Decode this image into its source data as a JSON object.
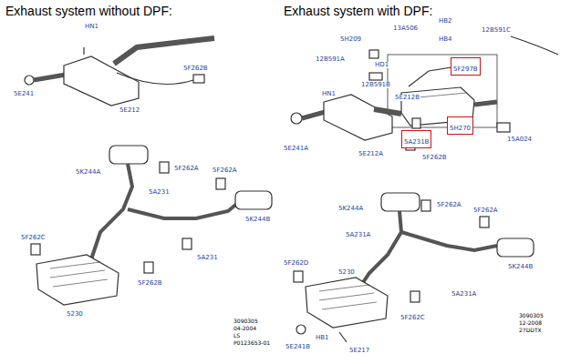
{
  "diagram": {
    "nodes": [
      {
        "text": [
          "5F297B"
        ]
      },
      {
        "text": [
          "5H270"
        ]
      },
      {
        "text": [
          "5A231B"
        ]
      }
    ],
    "labels": [
      "Exhaust system without DPF:",
      "HN1",
      "5E241",
      "5E212",
      "5F262B",
      "5K244A",
      "5F262A",
      "5A231",
      "5F262A",
      "5F262C",
      "5K244B",
      "5A231",
      "5F262B",
      "5230",
      "3090305",
      "04-2004",
      "LS",
      "P0123653-01",
      "Exhaust system with DPF:",
      "13A506",
      "HB2",
      "5H209",
      "HB4",
      "12B591C",
      "12B591A",
      "HD1",
      "HN1",
      "12B591B",
      "5E241A",
      "5E212B",
      "5E212A",
      "5F262B",
      "15A024",
      "5K244A",
      "5F262A",
      "5A231A",
      "5F262A",
      "5F262D",
      "5230",
      "5K244B",
      "5A231A",
      "5F262C",
      "5E241B",
      "HB1",
      "5E217",
      "3090305",
      "12-2008",
      "27DDTX"
    ]
  }
}
